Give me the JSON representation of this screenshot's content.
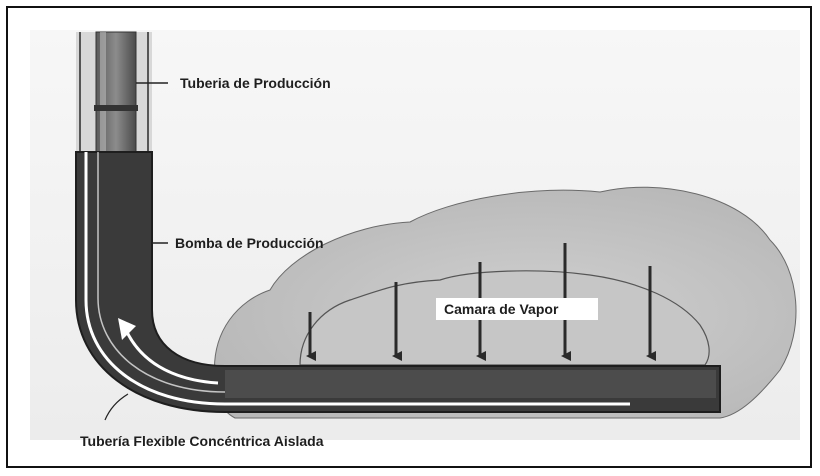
{
  "diagram": {
    "labels": {
      "production_tubing": "Tuberia de Producción",
      "production_pump": "Bomba de Producción",
      "steam_chamber": "Camara de Vapor",
      "insulated_coiled_tubing": "Tubería Flexible Concéntrica Aislada"
    }
  }
}
